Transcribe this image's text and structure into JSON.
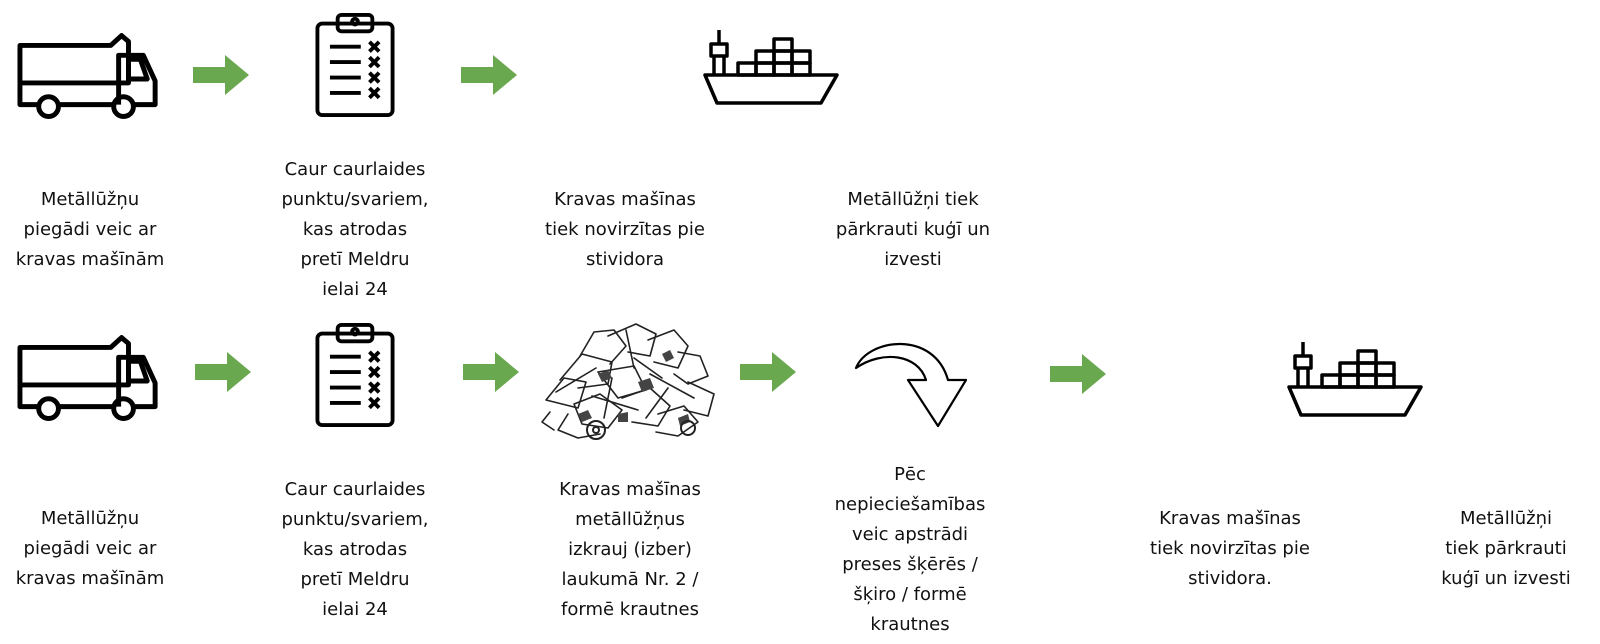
{
  "colors": {
    "arrow": "#6aa84f",
    "stroke": "#000000"
  },
  "icons": {
    "truck": "dump-truck-icon",
    "checklist": "clipboard-checklist-icon",
    "ship": "cargo-ship-icon",
    "scrap": "scrap-metal-pile-icon",
    "process": "curved-arrow-icon",
    "step_arrow": "green-arrow-icon"
  },
  "row1": {
    "labels": [
      "Metāllūžņu\npiegādi veic ar\nkravas mašīnām",
      "Caur caurlaides\npunktu/svariem,\nkas atrodas\npretī Meldru\nielai 24",
      "Kravas mašīnas\ntiek novirzītas pie\nstividora",
      "Metāllūžņi tiek\npārkrauti kuģī un\nizvesti"
    ]
  },
  "row2": {
    "labels": [
      "Metāllūžņu\npiegādi veic ar\nkravas mašīnām",
      "Caur caurlaides\npunktu/svariem,\nkas atrodas\npretī Meldru\nielai 24",
      "Kravas mašīnas\nmetāllūžņus\nizkrauj (izber)\nlaukumā Nr. 2 /\nformē krautnes",
      "Pēc\nnepieciešamības\nveic apstrādi\npreses šķērēs /\nšķiro / formē\nkrautnes",
      "Kravas mašīnas\ntiek novirzītas pie\nstividora.",
      "Metāllūžņi\ntiek pārkrauti\nkuģī un izvesti"
    ]
  }
}
